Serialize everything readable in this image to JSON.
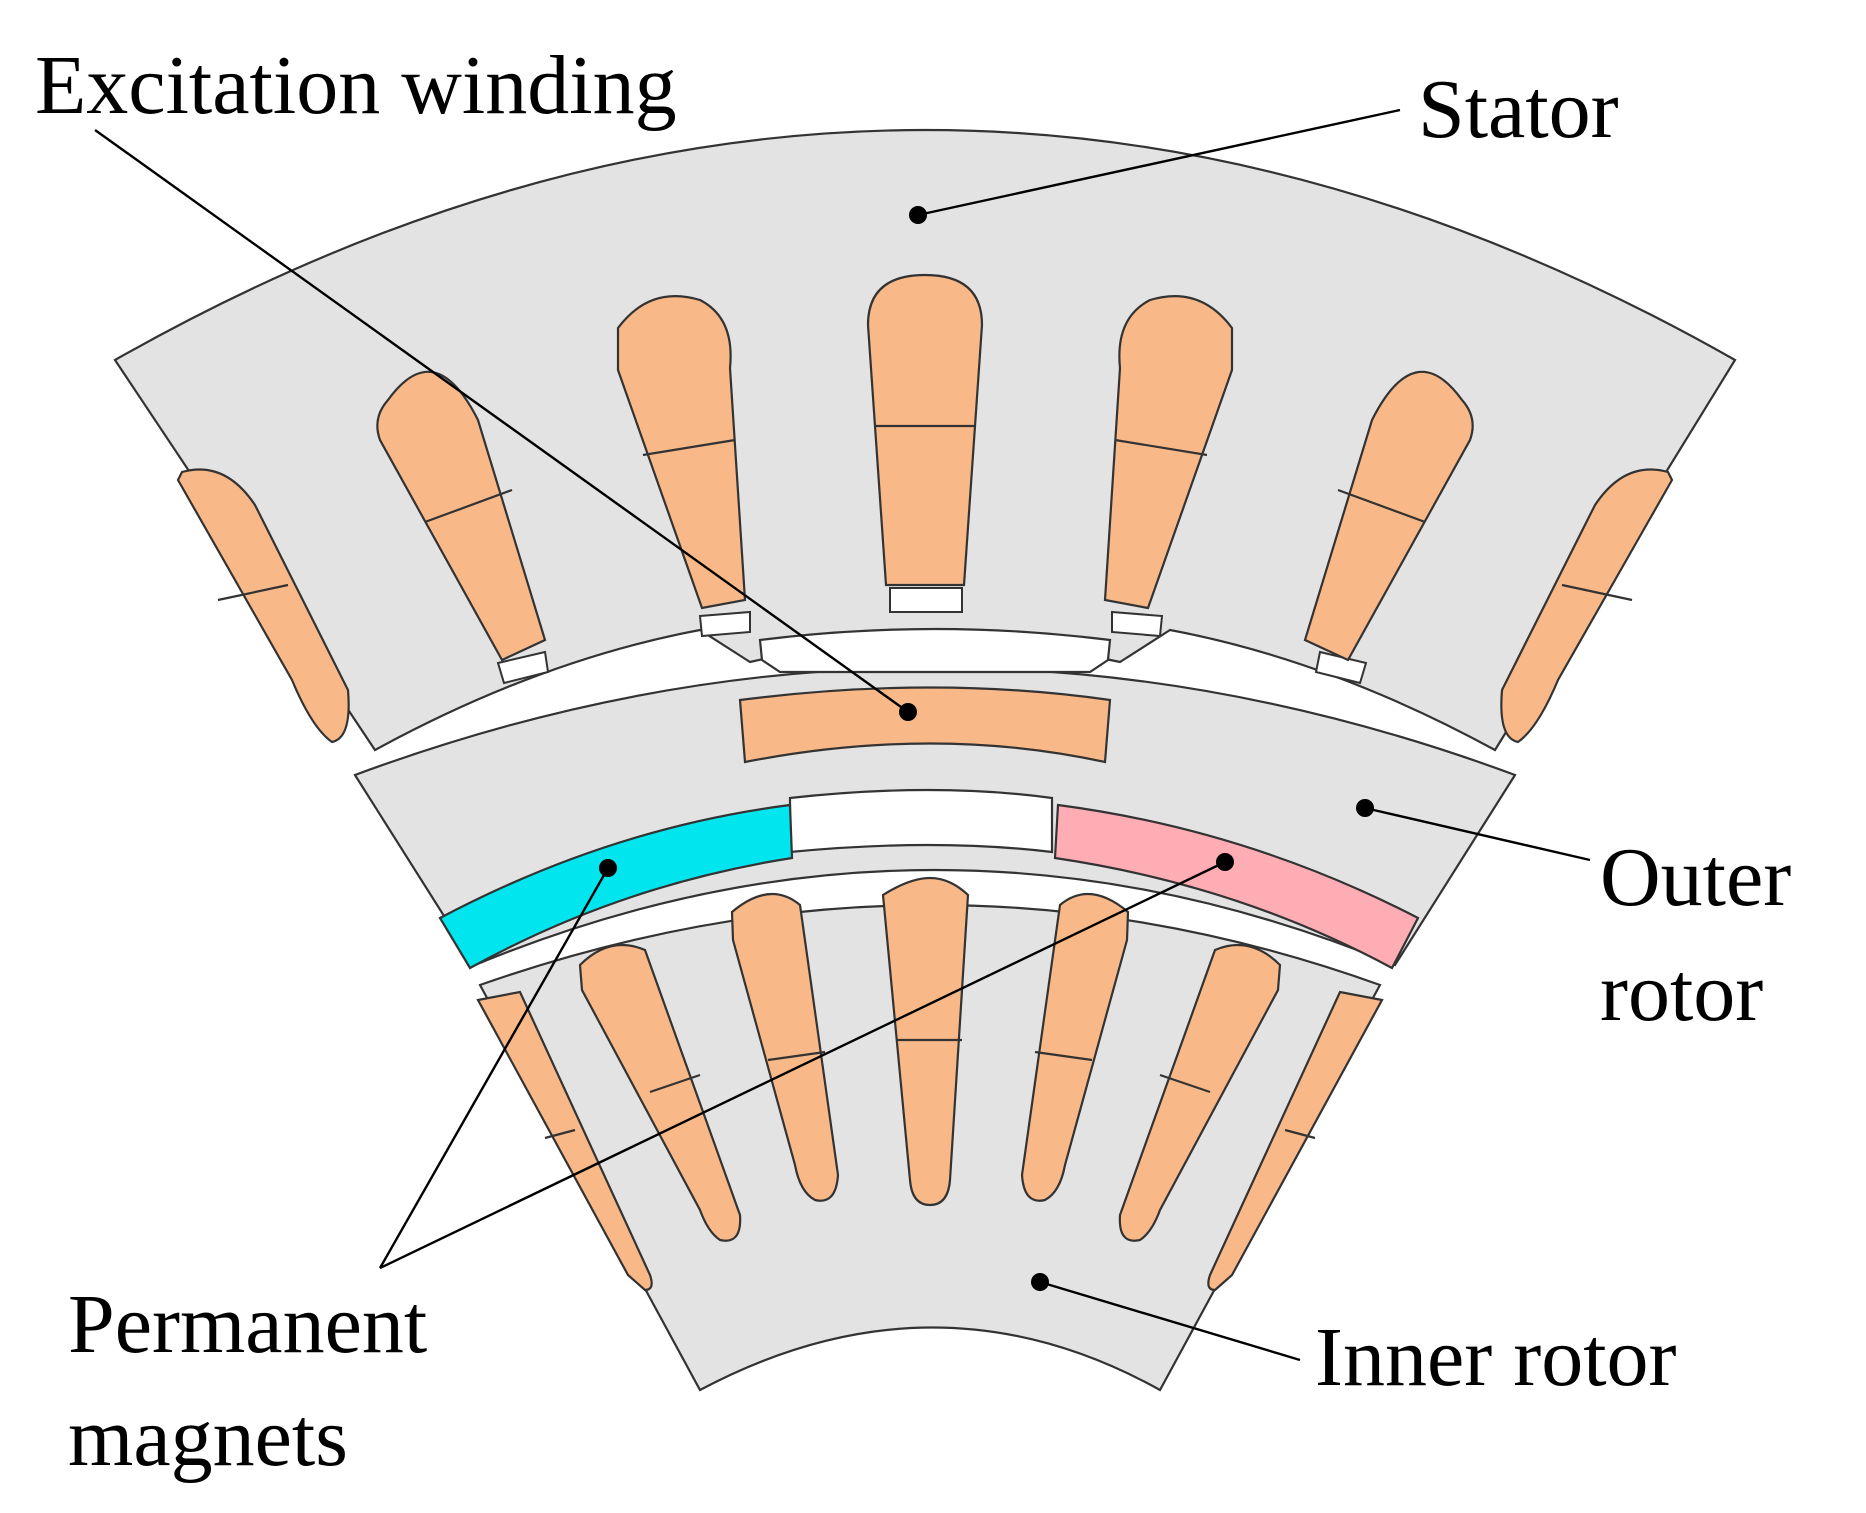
{
  "labels": {
    "excitation_winding": "Excitation winding",
    "stator": "Stator",
    "outer_rotor_line1": "Outer",
    "outer_rotor_line2": "rotor",
    "permanent_magnets_line1": "Permanent",
    "permanent_magnets_line2": "magnets",
    "inner_rotor": "Inner rotor"
  },
  "colors": {
    "iron": "#e3e3e3",
    "coil": "#f9b887",
    "magnet_left": "#00e5ee",
    "magnet_right": "#ffadb5",
    "outline": "#333333"
  }
}
